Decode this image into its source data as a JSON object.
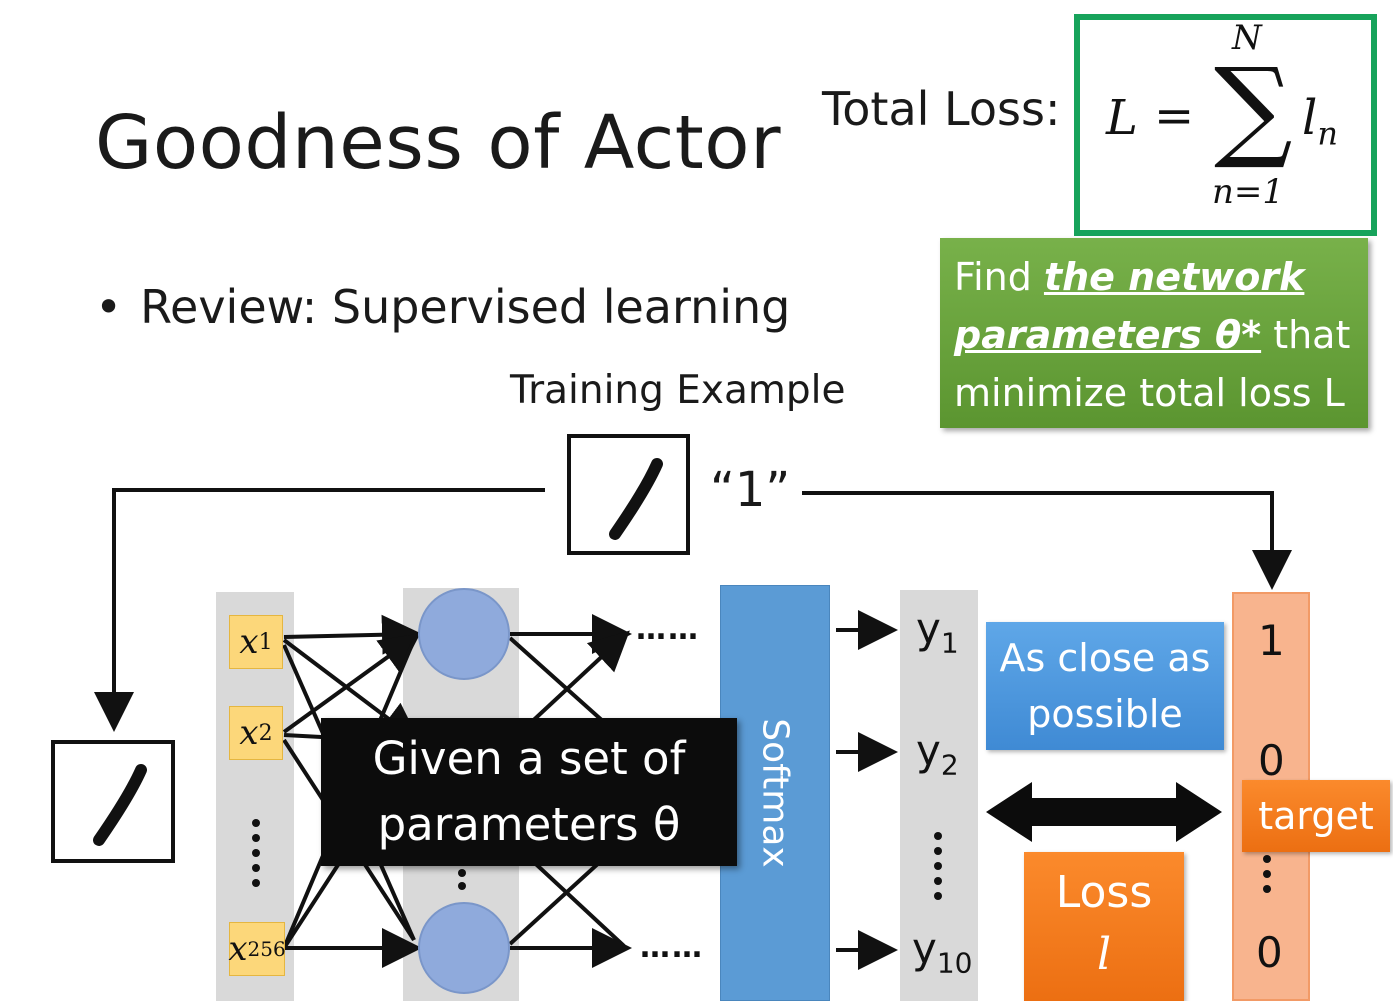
{
  "slide": {
    "title": "Goodness of Actor",
    "bullet": "Review: Supervised learning",
    "total_loss_label": "Total Loss:",
    "formula": {
      "lhs": "L",
      "equals": "=",
      "sigma": "∑",
      "upper": "N",
      "lower": "n=1",
      "term": "l",
      "term_sub": "n"
    },
    "objective": {
      "line1_prefix": "Find ",
      "line1_emph": "the network",
      "line2_emph": "parameters θ*",
      "line2_suffix": " that",
      "line3": "minimize total loss L"
    },
    "training_example_label": "Training Example",
    "label_quote": "“1”",
    "network": {
      "inputs": [
        {
          "var": "x",
          "sub": "1"
        },
        {
          "var": "x",
          "sub": "2"
        },
        {
          "var": "x",
          "sub": "256"
        }
      ],
      "given_params_line1": "Given a set of",
      "given_params_line2": "parameters θ",
      "softmax": "Softmax",
      "outputs": [
        {
          "var": "y",
          "sub": "1"
        },
        {
          "var": "y",
          "sub": "2"
        },
        {
          "var": "y",
          "sub": "10"
        }
      ],
      "dots_h": "……"
    },
    "close_box_line1": "As close as",
    "close_box_line2": "possible",
    "target_values": [
      "1",
      "0",
      "0"
    ],
    "target_label": "target",
    "loss_box": {
      "word": "Loss",
      "symbol": "l"
    },
    "colors": {
      "formula_border": "#17a35b",
      "objective_bg": "#6aa33c",
      "softmax_bg": "#5b9bd5",
      "close_box_bg": "#4a94dc",
      "target_bg": "#f8b48e",
      "orange": "#f47d20",
      "input_box": "#fcd77a",
      "neuron": "#8faadc"
    }
  }
}
